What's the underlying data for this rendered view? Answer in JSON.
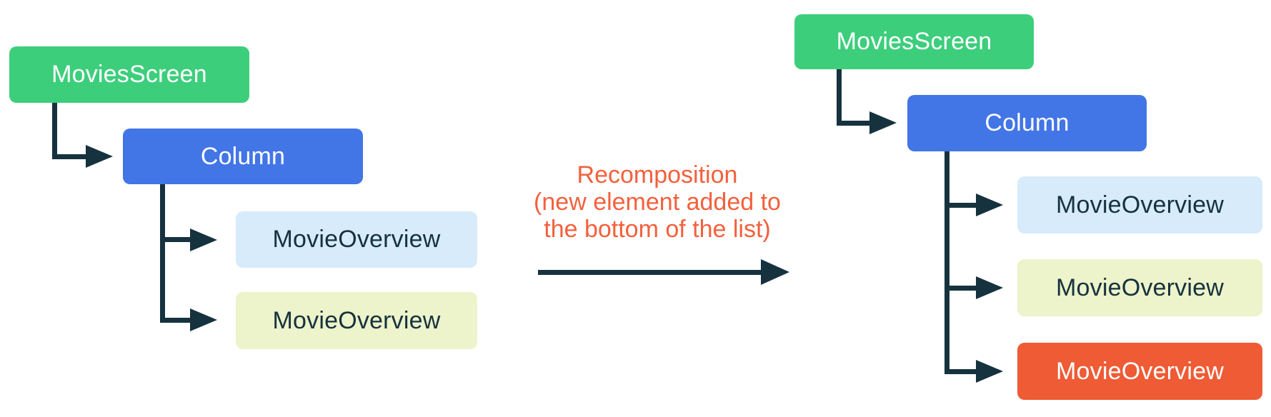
{
  "colors": {
    "green": "#3DCE7C",
    "blue": "#4275E6",
    "light_blue": "#D7EBFA",
    "light_yellow": "#EDF3CA",
    "orange": "#EE5B35",
    "caption_orange": "#F4603C",
    "connector": "#16323F",
    "dark_text": "#16323F",
    "light_text": "#FFFFFF"
  },
  "caption": {
    "line1": "Recomposition",
    "line2": "(new element added to",
    "line3": "the bottom of the list)"
  },
  "left_tree": {
    "root": {
      "label": "MoviesScreen",
      "bg": "#3DCE7C",
      "fg": "#FFFFFF"
    },
    "container": {
      "label": "Column",
      "bg": "#4275E6",
      "fg": "#FFFFFF"
    },
    "children": [
      {
        "label": "MovieOverview",
        "bg": "#D7EBFA",
        "fg": "#16323F"
      },
      {
        "label": "MovieOverview",
        "bg": "#EDF3CA",
        "fg": "#16323F"
      }
    ]
  },
  "right_tree": {
    "root": {
      "label": "MoviesScreen",
      "bg": "#3DCE7C",
      "fg": "#FFFFFF"
    },
    "container": {
      "label": "Column",
      "bg": "#4275E6",
      "fg": "#FFFFFF"
    },
    "children": [
      {
        "label": "MovieOverview",
        "bg": "#D7EBFA",
        "fg": "#16323F"
      },
      {
        "label": "MovieOverview",
        "bg": "#EDF3CA",
        "fg": "#16323F"
      },
      {
        "label": "MovieOverview",
        "bg": "#EE5B35",
        "fg": "#FFFFFF"
      }
    ]
  }
}
